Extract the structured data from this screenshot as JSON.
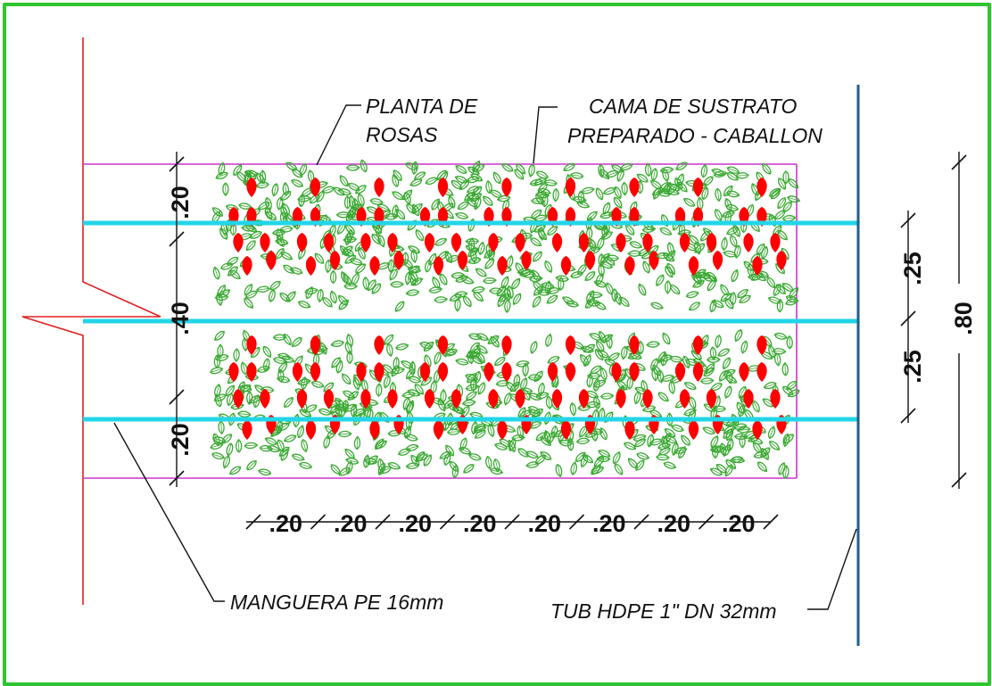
{
  "labels": {
    "plant_line1": "PLANTA DE",
    "plant_line2": "ROSAS",
    "bed_line1": "CAMA DE SUSTRATO",
    "bed_line2": "PREPARADO - CABALLON",
    "hose": "MANGUERA PE 16mm",
    "pipe": "TUB HDPE 1\" DN 32mm"
  },
  "dimensions": {
    "left_top": ".20",
    "left_middle": ".40",
    "left_bottom": ".20",
    "right_upper": ".25",
    "right_lower": ".25",
    "right_total": ".80",
    "bottom_spacing": [
      ".20",
      ".20",
      ".20",
      ".20",
      ".20",
      ".20",
      ".20",
      ".20"
    ]
  },
  "colors": {
    "frame": "#2ec52e",
    "bed_outline": "#cc33cc",
    "hose": "#22d6e8",
    "pipe": "#1f5e8a",
    "break_line": "#e02020",
    "foliage": "#3aa832",
    "flower": "#ff0000"
  },
  "icons": {
    "plant": "rose-plant-icon",
    "leaf": "leaf-icon",
    "flower": "rose-flower-icon"
  }
}
